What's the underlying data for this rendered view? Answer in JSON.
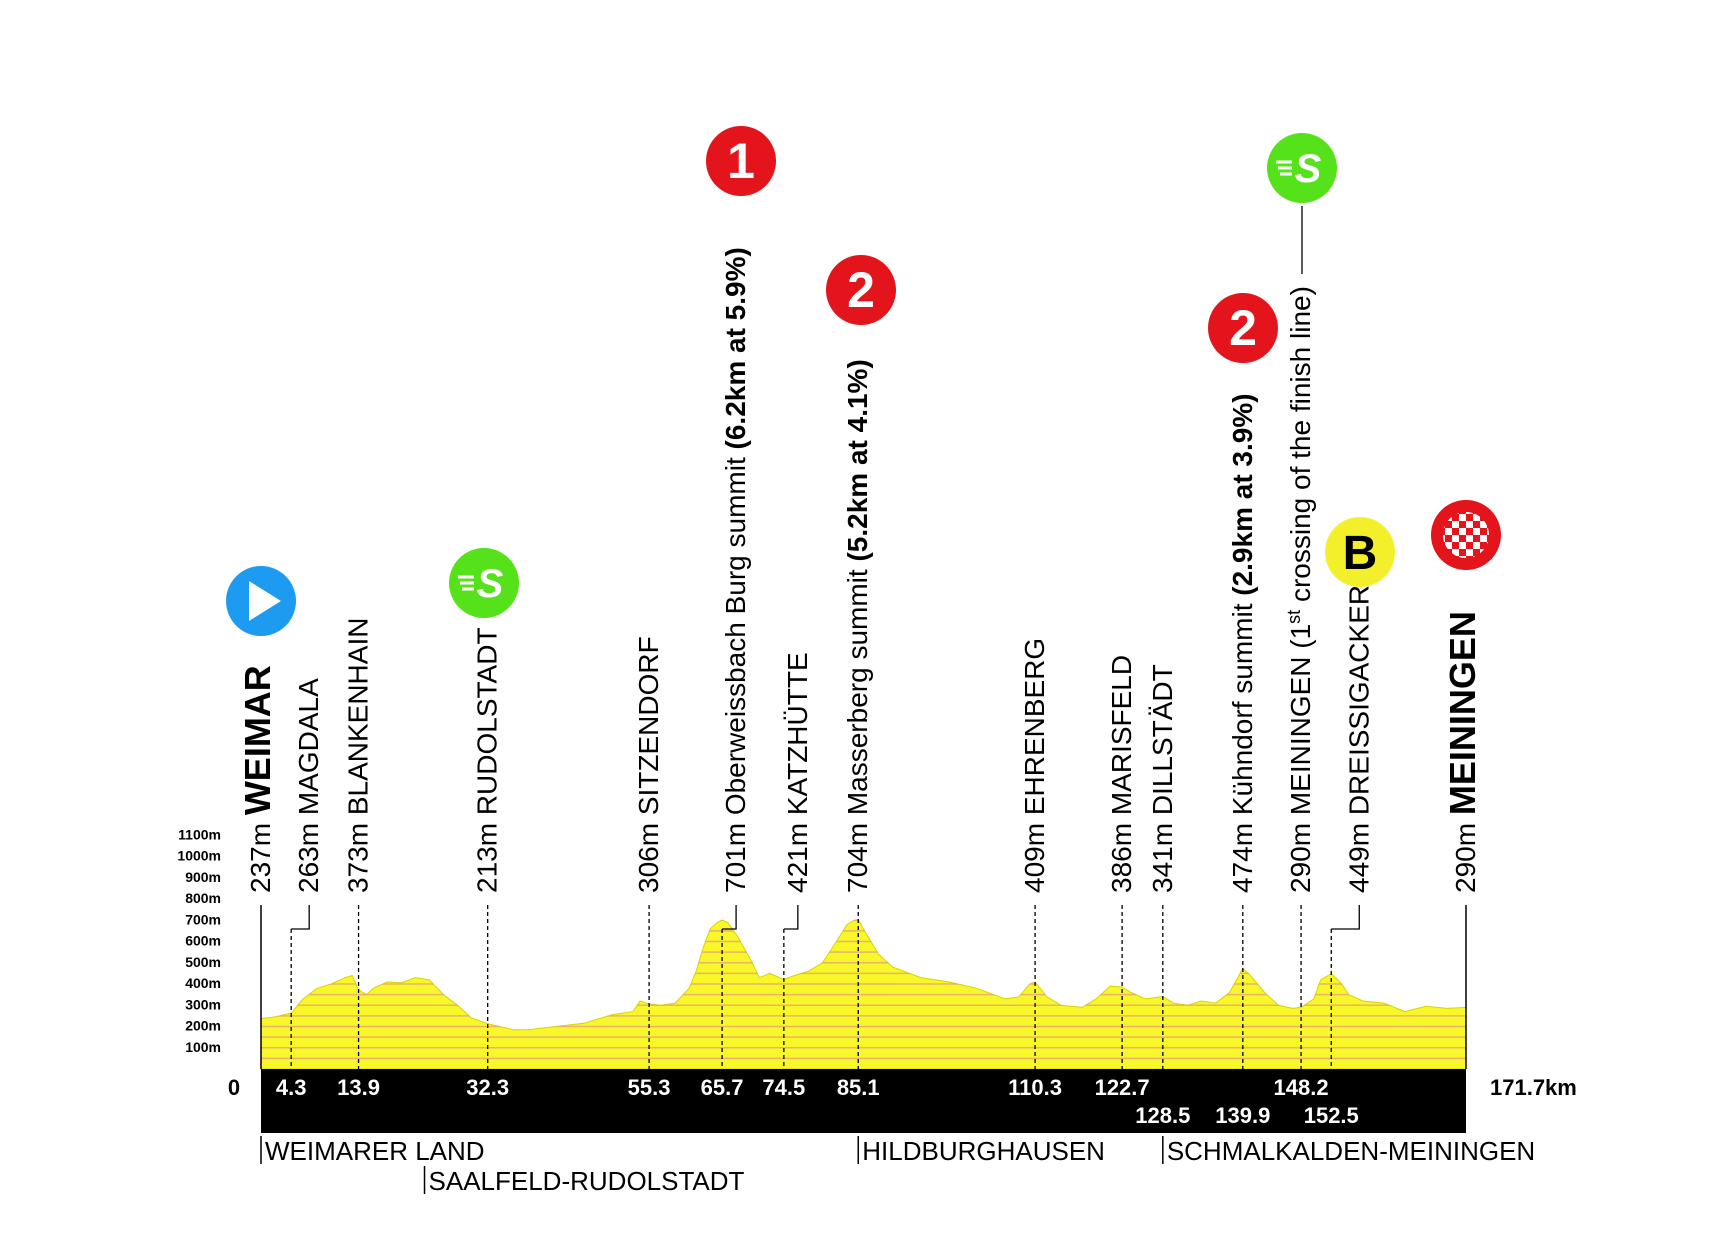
{
  "chart_data": {
    "type": "area",
    "x_unit": "km",
    "y_unit": "m",
    "total_distance_label": "171.7km",
    "zero_label": "0",
    "y_ticks": [
      {
        "value": 100,
        "label": "100m"
      },
      {
        "value": 200,
        "label": "200m"
      },
      {
        "value": 300,
        "label": "300m"
      },
      {
        "value": 400,
        "label": "400m"
      },
      {
        "value": 500,
        "label": "500m"
      },
      {
        "value": 600,
        "label": "600m"
      },
      {
        "value": 700,
        "label": "700m"
      },
      {
        "value": 800,
        "label": "800m"
      },
      {
        "value": 900,
        "label": "900m"
      },
      {
        "value": 1000,
        "label": "1000m"
      },
      {
        "value": 1100,
        "label": "1100m"
      }
    ],
    "profile": [
      [
        0,
        237
      ],
      [
        2,
        245
      ],
      [
        4.3,
        263
      ],
      [
        6,
        330
      ],
      [
        8,
        380
      ],
      [
        10,
        400
      ],
      [
        12,
        430
      ],
      [
        13,
        440
      ],
      [
        13.9,
        373
      ],
      [
        15,
        350
      ],
      [
        16,
        380
      ],
      [
        18,
        410
      ],
      [
        20,
        405
      ],
      [
        22,
        430
      ],
      [
        24,
        420
      ],
      [
        26,
        350
      ],
      [
        28,
        300
      ],
      [
        30,
        240
      ],
      [
        32.3,
        213
      ],
      [
        34,
        200
      ],
      [
        36,
        185
      ],
      [
        38,
        185
      ],
      [
        42,
        200
      ],
      [
        46,
        215
      ],
      [
        50,
        255
      ],
      [
        53,
        270
      ],
      [
        54,
        320
      ],
      [
        55.3,
        306
      ],
      [
        57,
        300
      ],
      [
        59,
        310
      ],
      [
        61,
        380
      ],
      [
        62,
        460
      ],
      [
        63,
        570
      ],
      [
        64,
        660
      ],
      [
        65,
        690
      ],
      [
        65.7,
        701
      ],
      [
        66.5,
        690
      ],
      [
        68,
        620
      ],
      [
        70,
        500
      ],
      [
        71,
        430
      ],
      [
        72.5,
        450
      ],
      [
        74.5,
        421
      ],
      [
        76,
        440
      ],
      [
        78,
        460
      ],
      [
        80,
        500
      ],
      [
        82,
        600
      ],
      [
        83.5,
        680
      ],
      [
        84.5,
        700
      ],
      [
        85.1,
        704
      ],
      [
        86,
        650
      ],
      [
        88,
        540
      ],
      [
        90,
        480
      ],
      [
        94,
        430
      ],
      [
        98,
        410
      ],
      [
        102,
        380
      ],
      [
        106,
        330
      ],
      [
        108,
        340
      ],
      [
        109.5,
        400
      ],
      [
        110.3,
        409
      ],
      [
        112,
        340
      ],
      [
        114,
        300
      ],
      [
        117,
        290
      ],
      [
        119,
        330
      ],
      [
        121,
        390
      ],
      [
        122.7,
        386
      ],
      [
        124,
        360
      ],
      [
        126,
        330
      ],
      [
        128.5,
        341
      ],
      [
        130,
        310
      ],
      [
        132,
        300
      ],
      [
        134,
        320
      ],
      [
        136,
        310
      ],
      [
        138,
        360
      ],
      [
        139.9,
        474
      ],
      [
        141,
        440
      ],
      [
        143,
        360
      ],
      [
        145,
        300
      ],
      [
        147,
        285
      ],
      [
        148.2,
        290
      ],
      [
        150,
        330
      ],
      [
        151,
        420
      ],
      [
        152.5,
        449
      ],
      [
        154,
        400
      ],
      [
        155,
        350
      ],
      [
        157,
        320
      ],
      [
        160,
        310
      ],
      [
        163,
        270
      ],
      [
        166,
        295
      ],
      [
        169,
        285
      ],
      [
        171.7,
        290
      ]
    ],
    "markers": [
      {
        "km": 0,
        "km_label": "",
        "text": "237m WEIMAR",
        "alt": "237m",
        "name": "WEIMAR",
        "bold_name": true,
        "icon": "start-icon"
      },
      {
        "km": 4.3,
        "km_label": "4.3",
        "text": "263m MAGDALA",
        "alt": "263m",
        "name": "MAGDALA",
        "bold_name": false,
        "icon": ""
      },
      {
        "km": 13.9,
        "km_label": "13.9",
        "text": "373m BLANKENHAIN",
        "alt": "373m",
        "name": "BLANKENHAIN",
        "bold_name": false,
        "icon": ""
      },
      {
        "km": 32.3,
        "km_label": "32.3",
        "text": "213m RUDOLSTADT",
        "alt": "213m",
        "name": "RUDOLSTADT",
        "bold_name": false,
        "icon": "sprint-icon"
      },
      {
        "km": 55.3,
        "km_label": "55.3",
        "text": "306m SITZENDORF",
        "alt": "306m",
        "name": "SITZENDORF",
        "bold_name": false,
        "icon": ""
      },
      {
        "km": 65.7,
        "km_label": "65.7",
        "text": "701m Oberweissbach Burg summit",
        "alt": "701m",
        "name": "Oberweissbach Burg summit",
        "detail": "(6.2km at 5.9%)",
        "bold_name": false,
        "icon": "kom-1-icon"
      },
      {
        "km": 74.5,
        "km_label": "74.5",
        "text": "421m KATZHÜTTE",
        "alt": "421m",
        "name": "KATZHÜTTE",
        "bold_name": false,
        "icon": ""
      },
      {
        "km": 85.1,
        "km_label": "85.1",
        "text": "704m Masserberg summit",
        "alt": "704m",
        "name": "Masserberg summit",
        "detail": "(5.2km at 4.1%)",
        "bold_name": false,
        "icon": "kom-2-icon"
      },
      {
        "km": 110.3,
        "km_label": "110.3",
        "text": "409m EHRENBERG",
        "alt": "409m",
        "name": "EHRENBERG",
        "bold_name": false,
        "icon": ""
      },
      {
        "km": 122.7,
        "km_label": "122.7",
        "text": "386m MARISFELD",
        "alt": "386m",
        "name": "MARISFELD",
        "bold_name": false,
        "icon": ""
      },
      {
        "km": 128.5,
        "km_label": "128.5",
        "text": "341m DILLSTÄDT",
        "alt": "341m",
        "name": "DILLSTÄDT",
        "bold_name": false,
        "icon": ""
      },
      {
        "km": 139.9,
        "km_label": "139.9",
        "text": "474m Kühndorf summit",
        "alt": "474m",
        "name": "Kühndorf summit",
        "detail": "(2.9km at 3.9%)",
        "bold_name": false,
        "icon": "kom-2-icon"
      },
      {
        "km": 148.2,
        "km_label": "148.2",
        "text": "290m MEININGEN (1st crossing of the finish line)",
        "alt": "290m",
        "name": "MEININGEN (1",
        "sup": "st",
        "name_tail": " crossing of the finish line)",
        "bold_name": false,
        "icon": "sprint-icon"
      },
      {
        "km": 152.5,
        "km_label": "152.5",
        "text": "449m DREISSIGACKER",
        "alt": "449m",
        "name": "DREISSIGACKER",
        "bold_name": false,
        "icon": "bonus-icon"
      },
      {
        "km": 171.7,
        "km_label": "",
        "text": "290m MEININGEN",
        "alt": "290m",
        "name": "MEININGEN",
        "bold_name": true,
        "icon": "finish-icon"
      }
    ],
    "districts": [
      {
        "label": "WEIMARER LAND",
        "km": 0,
        "row": 1
      },
      {
        "label": "SAALFELD-RUDOLSTADT",
        "km": 23.3,
        "row": 2
      },
      {
        "label": "HILDBURGHAUSEN",
        "km": 85.1,
        "row": 1
      },
      {
        "label": "SCHMALKALDEN-MEININGEN",
        "km": 128.5,
        "row": 1
      }
    ],
    "icons": {
      "kom1_number": "1",
      "kom2_number": "2",
      "sprint_letter": "S",
      "bonus_letter": "B"
    },
    "colors": {
      "profile_fill": "#f7f72a",
      "profile_stripe": "#e8a07a",
      "baseline": "#000000",
      "kom": "#e3141b",
      "sprint": "#55e21b",
      "start": "#1d9bf0",
      "bonus": "#f3f02b",
      "finish": "#e3141b"
    }
  }
}
